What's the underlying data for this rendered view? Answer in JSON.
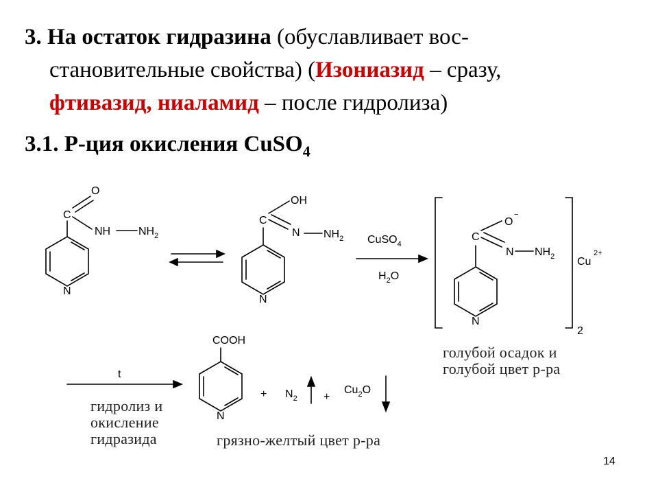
{
  "heading": {
    "line1_num": "3.",
    "line1_bold": "На остаток гидразина",
    "line1_rest": "(обуславливает вос-",
    "line2_start": "становительные свойства) (",
    "line2_red": "Изониазид",
    "line2_end": "– сразу,",
    "line3_red": "фтивазид, ниаламид",
    "line3_end": "– после гидролиза)",
    "subheading_text": "3.1. Р-ция окисления CuSO",
    "subheading_sub": "4"
  },
  "scheme": {
    "c1": {
      "C": "C",
      "O": "O",
      "NH": "NH",
      "NH2": "NH",
      "sub2": "2",
      "N": "N"
    },
    "c2": {
      "C": "C",
      "OH": "OH",
      "N": "N",
      "NH2": "NH",
      "sub2": "2",
      "ringN": "N"
    },
    "reagent_top": "CuSO",
    "reagent_top_sub": "4",
    "reagent_bottom": "H",
    "reagent_bottom_sub": "2",
    "reagent_bottom_end": "O",
    "c3": {
      "C": "C",
      "O": "O",
      "charge": "−",
      "N": "N",
      "NH2": "NH",
      "sub2": "2",
      "ringN": "N",
      "Cu": "Cu",
      "Cu_charge": "2+",
      "bracket_sub": "2"
    },
    "heat_label": "t",
    "c4": {
      "COOH": "COOH",
      "N": "N"
    },
    "plus1": "+",
    "N2": "N",
    "N2_sub": "2",
    "plus2": "+",
    "Cu2O": "Cu",
    "Cu2O_sub": "2",
    "Cu2O_end": "O"
  },
  "notes": {
    "blue_line1": "голубой осадок и",
    "blue_line2": "голубой цвет р-ра",
    "hydrolysis_line1": "гидролиз и",
    "hydrolysis_line2": "окисление",
    "hydrolysis_line3": "гидразида",
    "yellow": "грязно-желтый цвет р-ра"
  },
  "page_number": "14"
}
